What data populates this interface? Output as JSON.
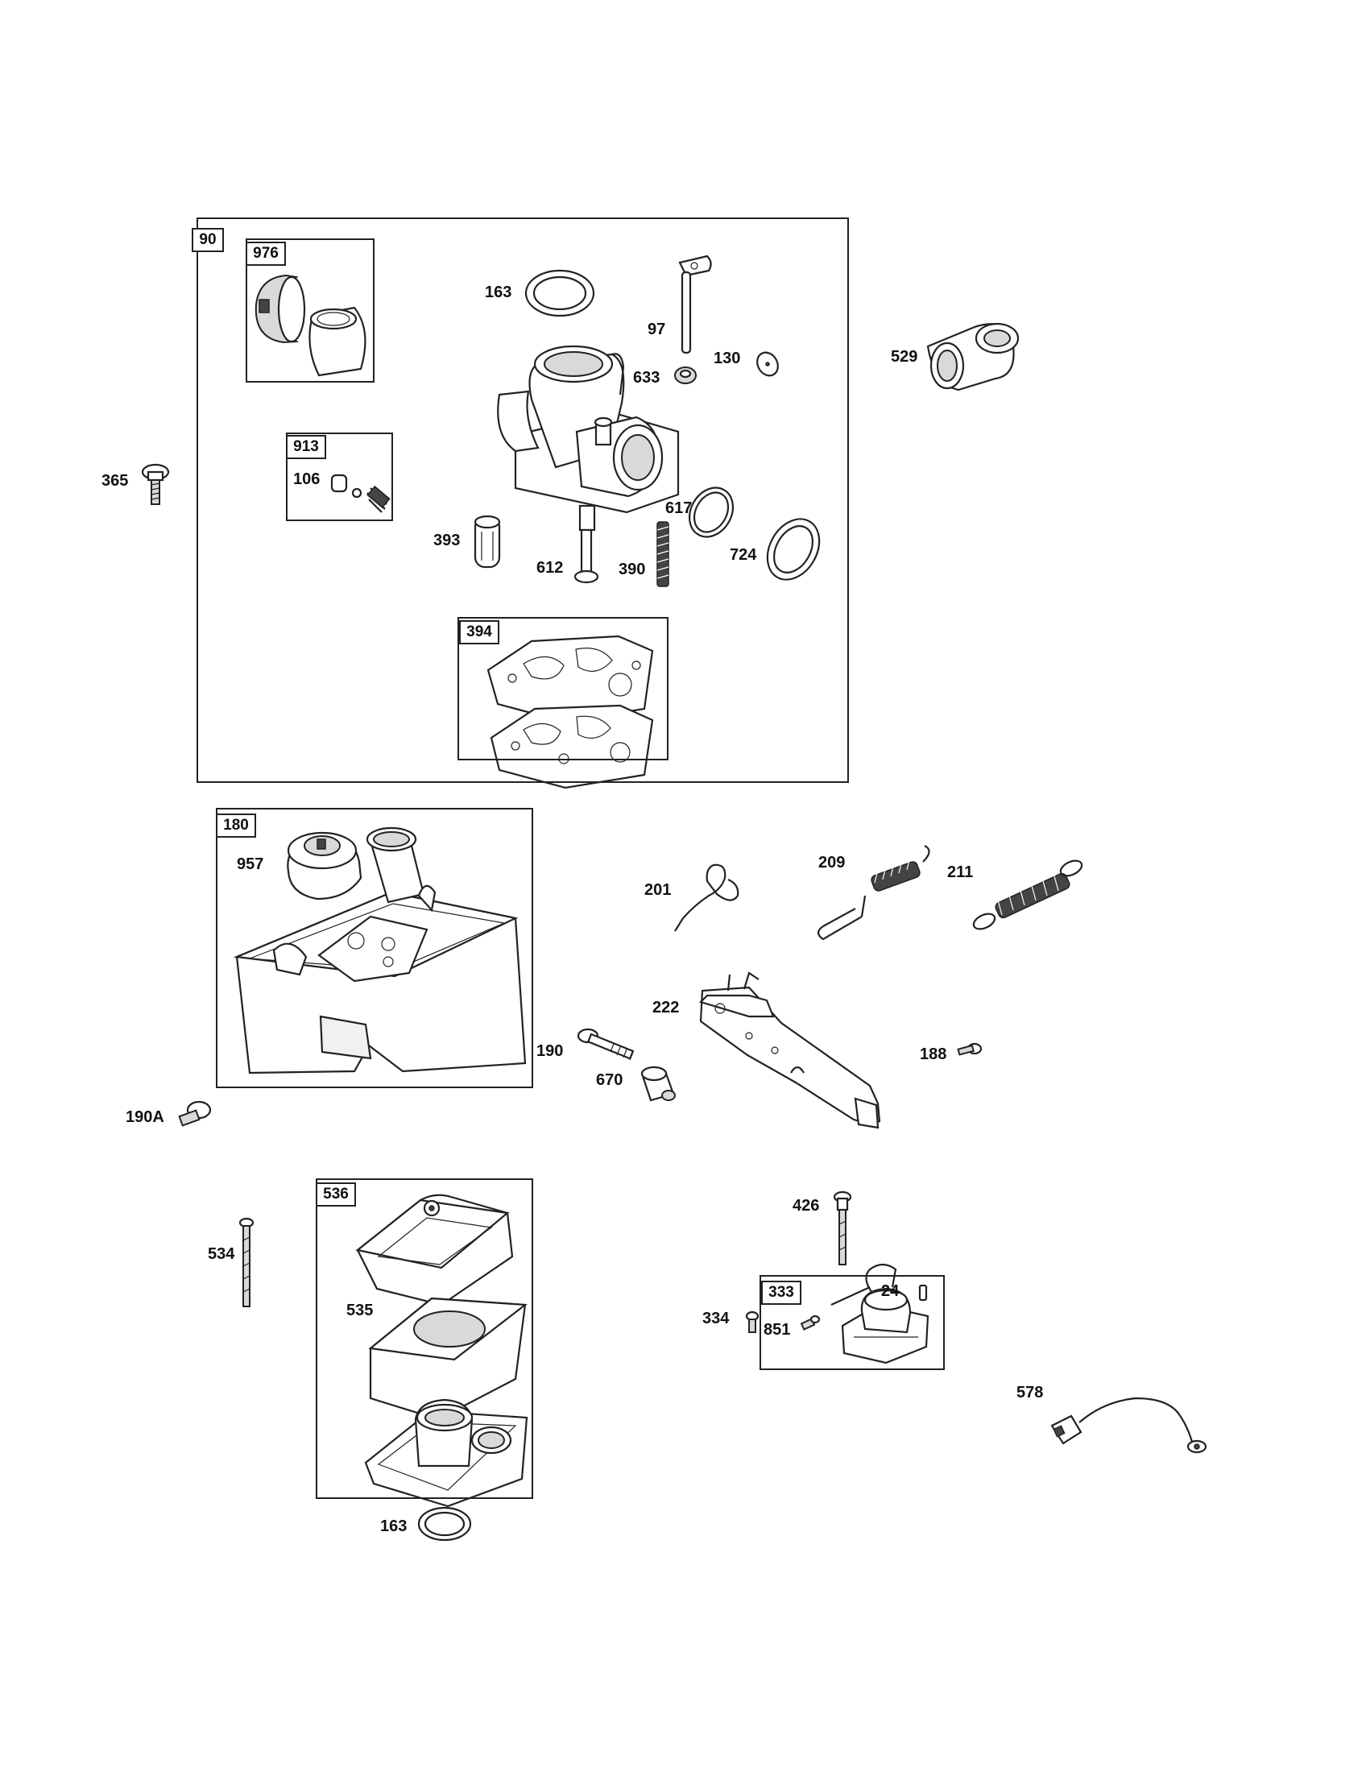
{
  "groups": {
    "carburetor_assembly": "90",
    "air_cleaner_duct": "976",
    "needle_kit": "913",
    "gasket_set": "394",
    "fuel_tank_assembly": "180",
    "air_cleaner_assembly": "536",
    "ignition_armature": "333"
  },
  "parts": {
    "p163_top": "163",
    "p97": "97",
    "p130": "130",
    "p633": "633",
    "p529": "529",
    "p365": "365",
    "p106": "106",
    "p617": "617",
    "p393": "393",
    "p724": "724",
    "p612": "612",
    "p390": "390",
    "p957": "957",
    "p201": "201",
    "p209": "209",
    "p211": "211",
    "p222": "222",
    "p190": "190",
    "p188": "188",
    "p670": "670",
    "p190a": "190A",
    "p534": "534",
    "p535": "535",
    "p163_bottom": "163",
    "p426": "426",
    "p24": "24",
    "p334": "334",
    "p851": "851",
    "p578": "578"
  }
}
